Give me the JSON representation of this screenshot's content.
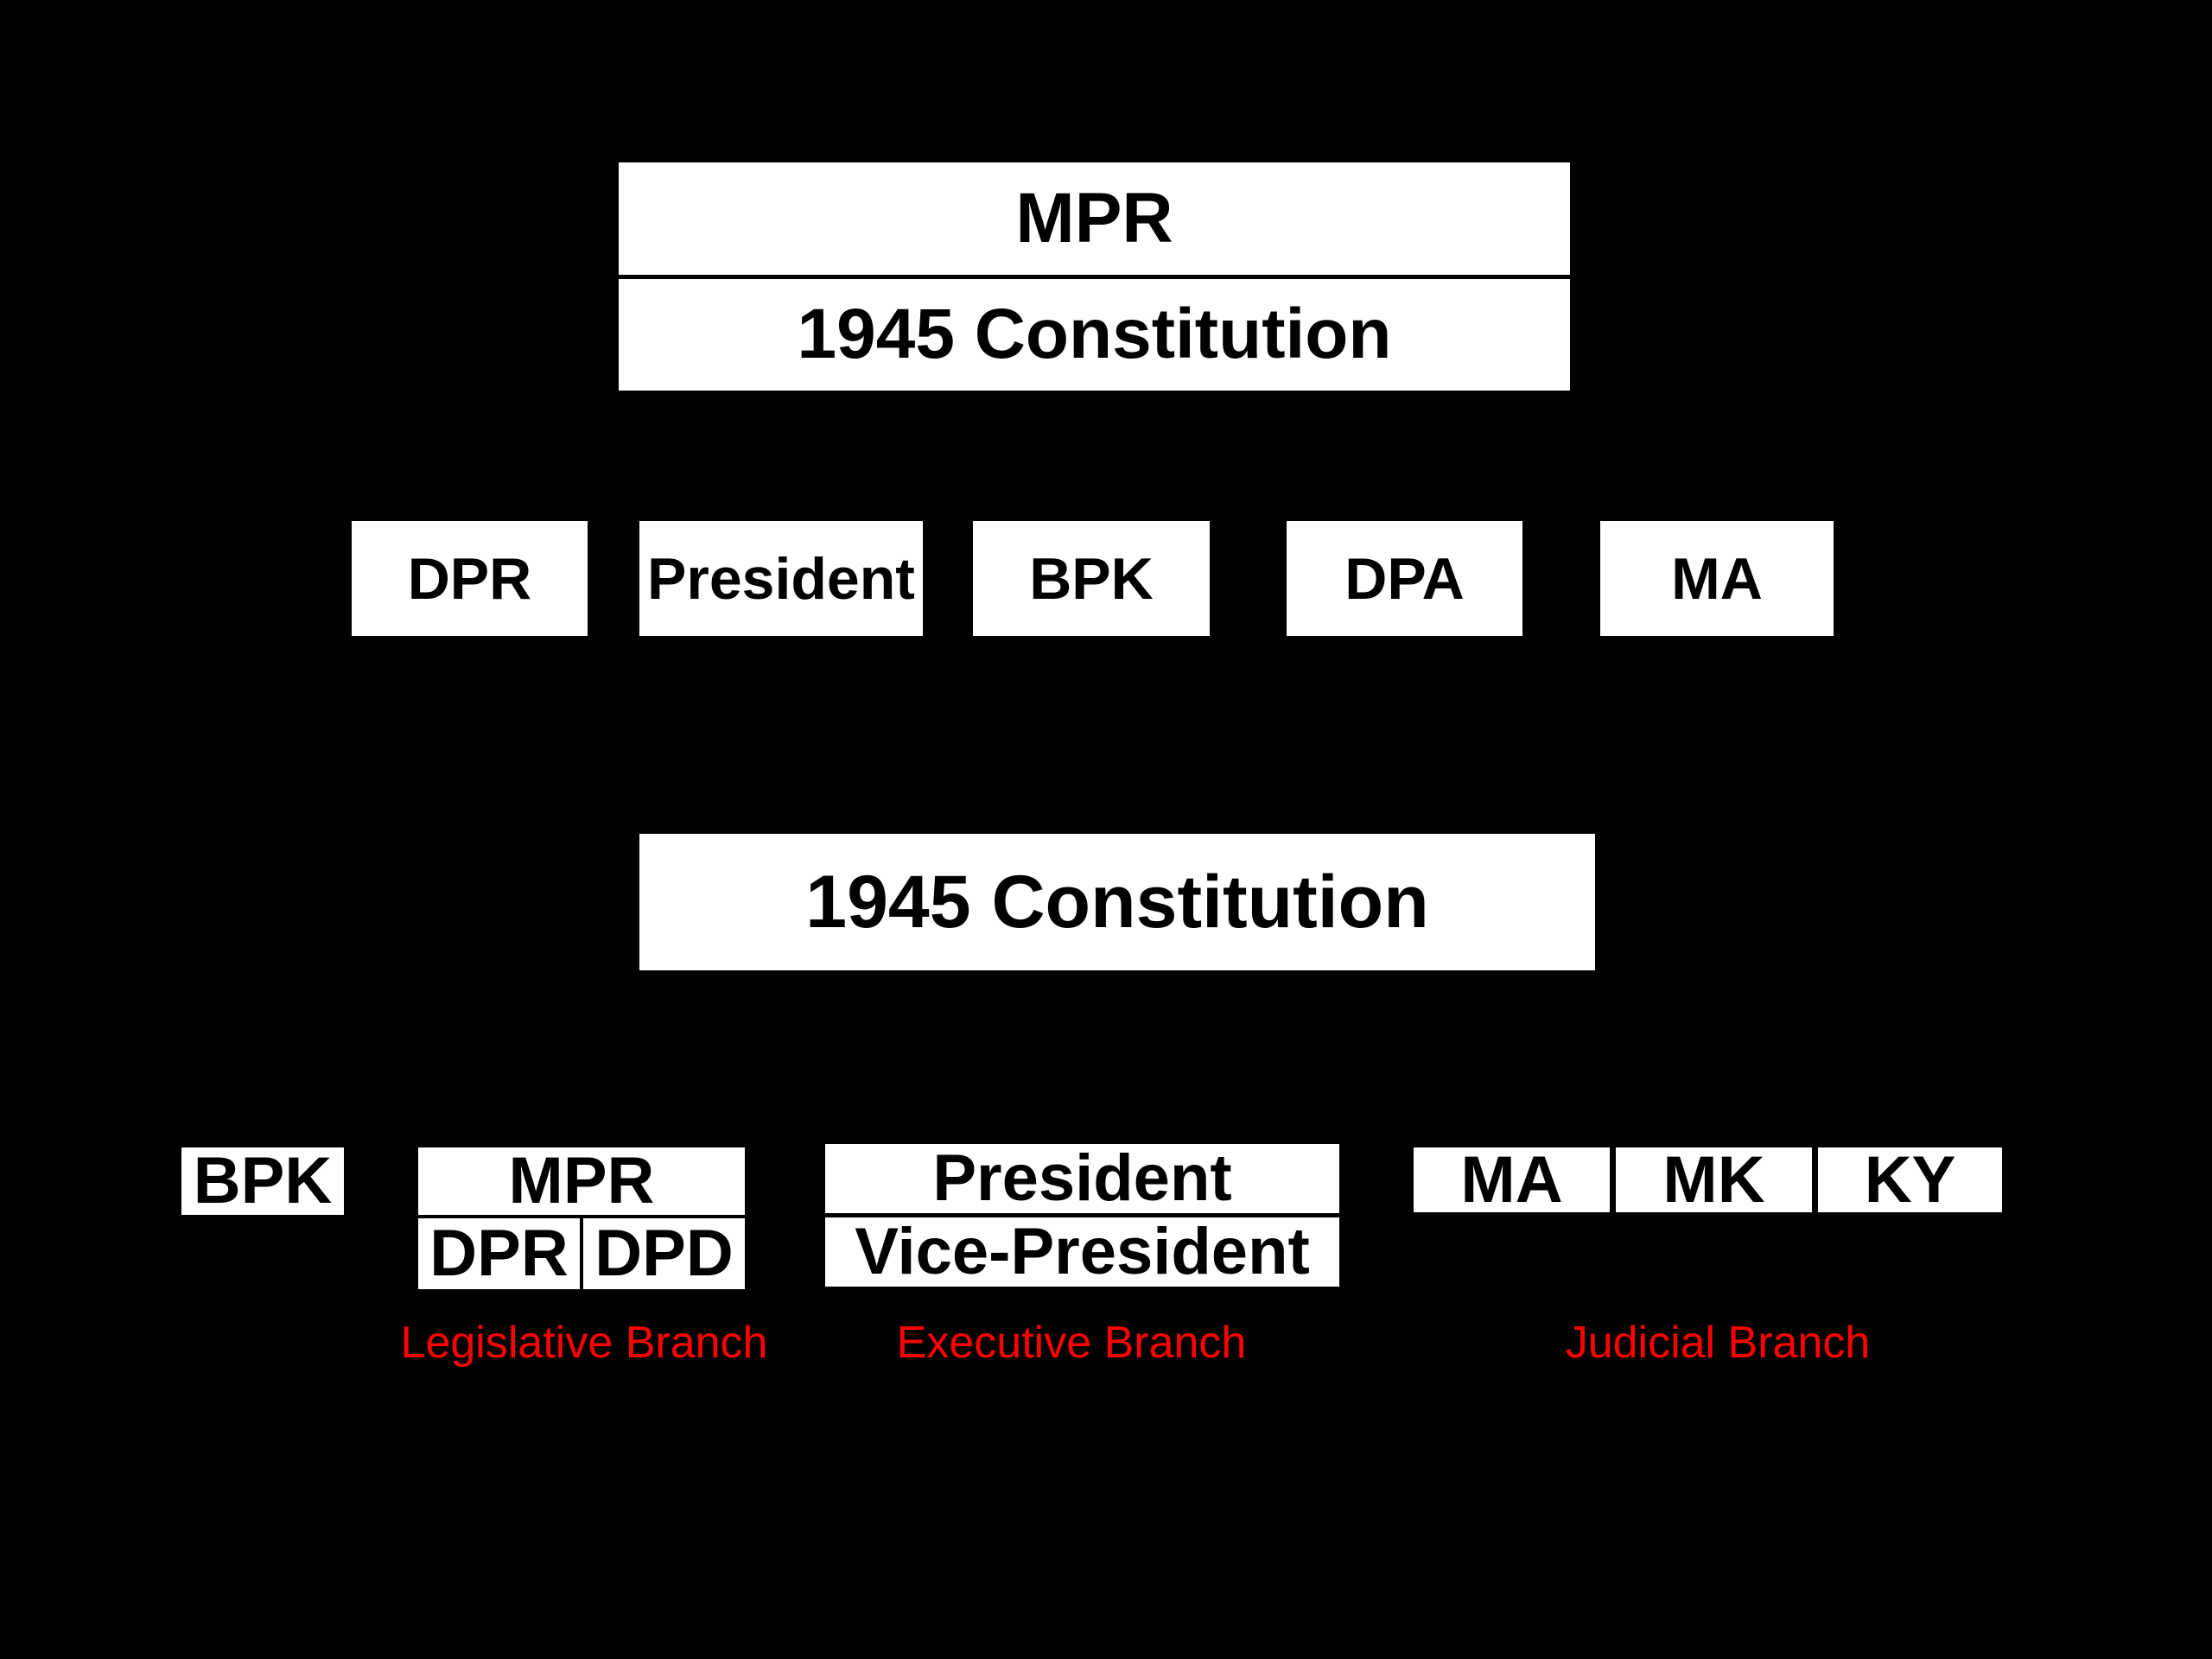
{
  "diagram": {
    "colors": {
      "background": "#000000",
      "box_fill": "#ffffff",
      "box_text": "#000000",
      "branch_label": "#ff0000"
    },
    "before": {
      "mpr_label": "MPR",
      "constitution_label": "1945 Constitution",
      "bodies": [
        "DPR",
        "President",
        "BPK",
        "DPA",
        "MA"
      ]
    },
    "after": {
      "constitution_label": "1945 Constitution",
      "bpk_label": "BPK",
      "mpr_label": "MPR",
      "dpr_label": "DPR",
      "dpd_label": "DPD",
      "president_label": "President",
      "vice_president_label": "Vice-President",
      "courts": [
        "MA",
        "MK",
        "KY"
      ],
      "branches": {
        "legislative": "Legislative Branch",
        "executive": "Executive Branch",
        "judicial": "Judicial Branch"
      }
    }
  }
}
